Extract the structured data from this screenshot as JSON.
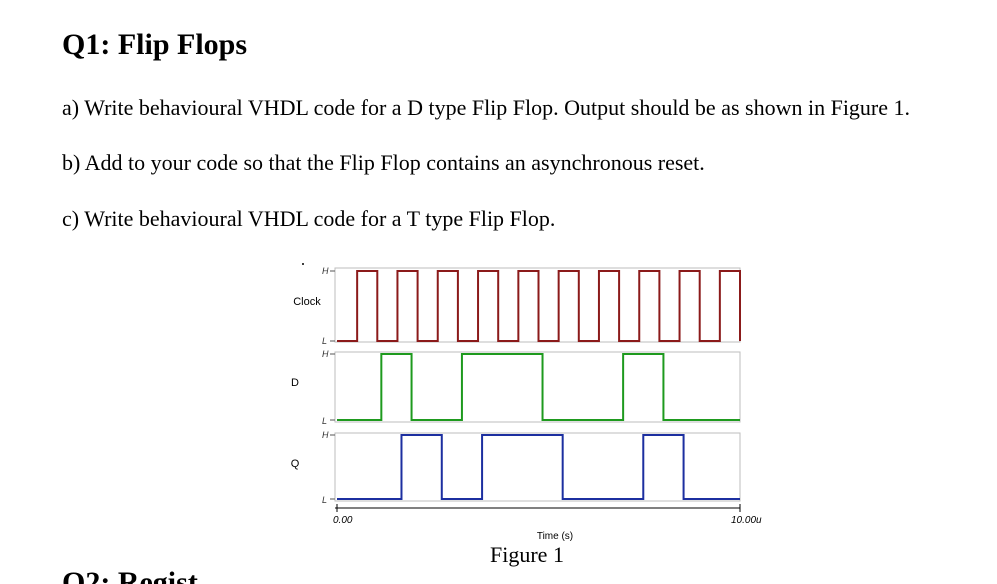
{
  "document": {
    "title": "Q1: Flip Flops",
    "questions": [
      "a) Write behavioural VHDL code for a D type Flip Flop. Output should be as shown in Figure 1.",
      "b) Add to your code so that the Flip Flop contains an asynchronous reset.",
      "c) Write behavioural VHDL code for a T type Flip Flop."
    ],
    "figure_caption": "Figure 1",
    "next_heading_partial": "Q2: Regist"
  },
  "figure": {
    "colors": {
      "clock": "#8b1a1a",
      "d": "#1e9a1e",
      "q": "#1c2fa0",
      "frame": "#bdbdbd",
      "axis": "#000000"
    },
    "level_high": "H",
    "level_low": "L",
    "xaxis": {
      "label": "Time (s)",
      "tick_start": "0.00",
      "tick_end": "10.00u",
      "range_us": [
        0,
        10
      ]
    },
    "signals": [
      {
        "name": "Clock",
        "key": "clock",
        "initial": 0,
        "transitions_us": [
          0.5,
          1.0,
          1.5,
          2.0,
          2.5,
          3.0,
          3.5,
          4.0,
          4.5,
          5.0,
          5.5,
          6.0,
          6.5,
          7.0,
          7.5,
          8.0,
          8.5,
          9.0,
          9.5,
          10.0
        ]
      },
      {
        "name": "D",
        "key": "d",
        "initial": 0,
        "transitions_us": [
          1.1,
          1.85,
          3.1,
          5.1,
          7.1,
          8.1
        ]
      },
      {
        "name": "Q",
        "key": "q",
        "initial": 0,
        "transitions_us": [
          1.6,
          2.6,
          3.6,
          5.6,
          7.6,
          8.6
        ]
      }
    ]
  }
}
